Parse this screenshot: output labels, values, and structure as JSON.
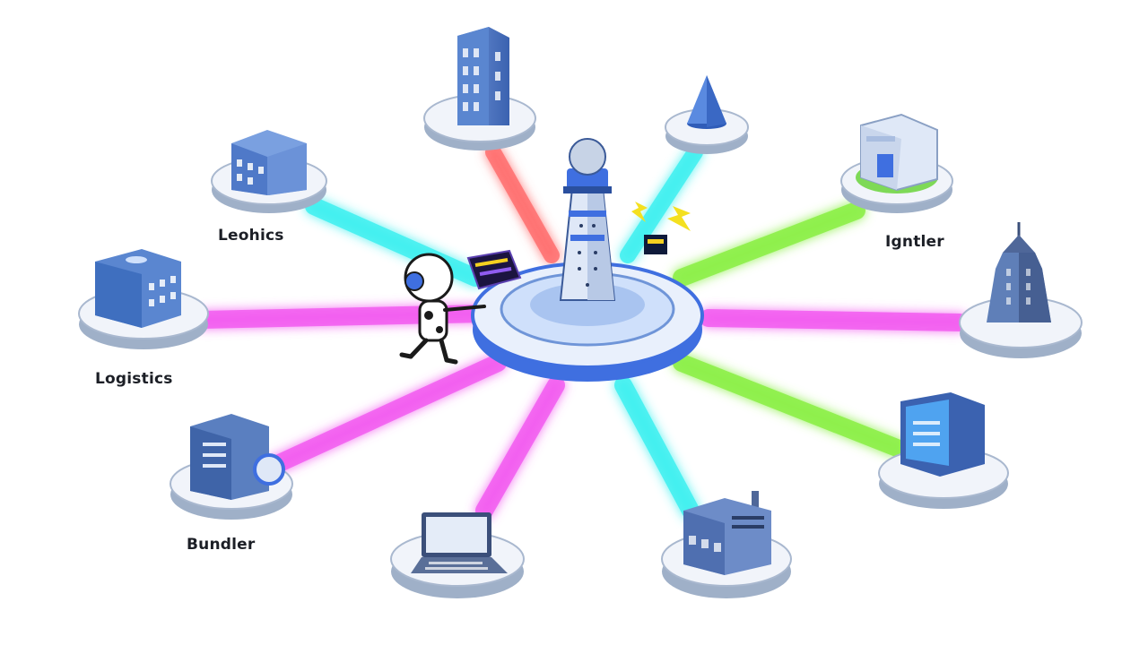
{
  "labels": {
    "leohics": "Leohics",
    "logistics": "Logistics",
    "bundler": "Bundler",
    "igntler": "Igntler"
  },
  "colors": {
    "beam_red": "#ff6a6a",
    "beam_cyan": "#3ff0f0",
    "beam_green": "#8df04a",
    "beam_magenta": "#f25cf0",
    "platform_top": "#f1f4fa",
    "platform_side": "#9fb0c8",
    "hub_blue": "#3f6fe0",
    "building_blue": "#4d78c8"
  }
}
